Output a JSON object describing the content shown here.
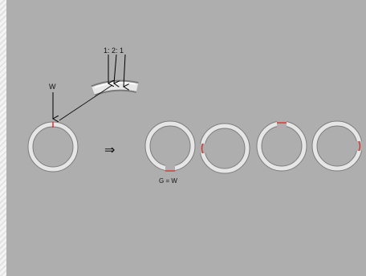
{
  "labels": {
    "w": "W",
    "ratio": "1: 2: 1",
    "arrow": "⇒",
    "gap_eq": "G = W"
  },
  "colors": {
    "background": "#aeaeae",
    "ring_fill": "#e6e6e6",
    "ring_stroke": "#808080",
    "gap_mark": "#e02020"
  },
  "figure": {
    "source_ring": {
      "gap_position": "top",
      "label": "W"
    },
    "rings": [
      {
        "gap_position": "bottom"
      },
      {
        "gap_position": "left"
      },
      {
        "gap_position": "top"
      },
      {
        "gap_position": "right"
      }
    ]
  }
}
